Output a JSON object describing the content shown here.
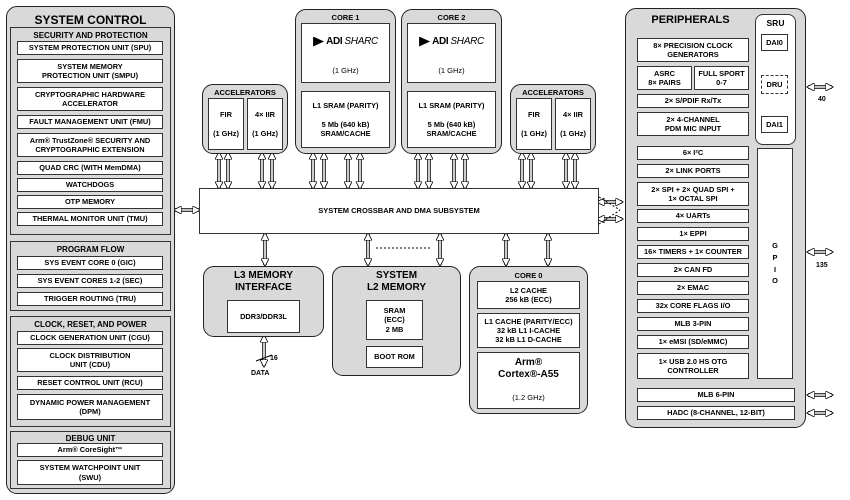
{
  "system_control": {
    "title": "SYSTEM CONTROL",
    "security": {
      "title": "SECURITY AND PROTECTION",
      "items": [
        "SYSTEM PROTECTION UNIT (SPU)",
        "SYSTEM MEMORY\nPROTECTION UNIT (SMPU)",
        "CRYPTOGRAPHIC HARDWARE\nACCELERATOR",
        "FAULT MANAGEMENT UNIT (FMU)",
        "Arm® TrustZone® SECURITY AND\nCRYPTOGRAPHIC EXTENSION",
        "QUAD CRC (WITH MemDMA)",
        "WATCHDOGS",
        "OTP MEMORY",
        "THERMAL MONITOR UNIT (TMU)"
      ]
    },
    "program_flow": {
      "title": "PROGRAM FLOW",
      "items": [
        "SYS EVENT CORE 0 (GIC)",
        "SYS EVENT CORES 1-2 (SEC)",
        "TRIGGER ROUTING (TRU)"
      ]
    },
    "clock": {
      "title": "CLOCK, RESET, AND POWER",
      "items": [
        "CLOCK GENERATION UNIT (CGU)",
        "CLOCK DISTRIBUTION\nUNIT (CDU)",
        "RESET CONTROL UNIT (RCU)",
        "DYNAMIC POWER MANAGEMENT\n(DPM)"
      ]
    },
    "debug": {
      "title": "DEBUG UNIT",
      "items": [
        "Arm® CoreSight™",
        "SYSTEM WATCHPOINT UNIT\n(SWU)"
      ]
    }
  },
  "accel_left": {
    "title": "ACCELERATORS",
    "fir": "FIR\n\n(1 GHz)",
    "iir": "4× IIR\n\n(1 GHz)"
  },
  "accel_right": {
    "title": "ACCELERATORS",
    "fir": "FIR\n\n(1 GHz)",
    "iir": "4× IIR\n\n(1 GHz)"
  },
  "core1": {
    "title": "CORE 1",
    "brand": "ADI",
    "brand2": "SHARC",
    "speed": "(1 GHz)",
    "sram": "L1 SRAM (PARITY)\n\n5 Mb (640 kB)\nSRAM/CACHE"
  },
  "core2": {
    "title": "CORE 2",
    "brand": "ADI",
    "brand2": "SHARC",
    "speed": "(1 GHz)",
    "sram": "L1 SRAM (PARITY)\n\n5 Mb (640 kB)\nSRAM/CACHE"
  },
  "crossbar": "SYSTEM CROSSBAR AND DMA SUBSYSTEM",
  "l3": {
    "title": "L3 MEMORY\nINTERFACE",
    "ddr": "DDR3/DDR3L",
    "width": "16",
    "data": "DATA"
  },
  "l2": {
    "title": "SYSTEM\nL2 MEMORY",
    "sram": "SRAM\n(ECC)\n2 MB",
    "boot": "BOOT ROM"
  },
  "core0": {
    "title": "CORE 0",
    "l2cache": "L2 CACHE\n256 kB (ECC)",
    "l1cache": "L1 CACHE (PARITY/ECC)\n32 kB L1 I-CACHE\n32 kB L1 D-CACHE",
    "cpu_brand": "Arm®",
    "cpu_name": "Cortex®-A55",
    "cpu_speed": "(1.2 GHz)"
  },
  "peripherals": {
    "title": "PERIPHERALS",
    "clock_gen": "8× PRECISION CLOCK\nGENERATORS",
    "asrc": "ASRC\n8× PAIRS",
    "sport": "FULL SPORT\n0-7",
    "spdif": "2× S/PDIF Rx/Tx",
    "pdm": "2× 4-CHANNEL\nPDM MIC INPUT",
    "items": [
      "6× I²C",
      "2× LINK PORTS",
      "2× SPI + 2× QUAD SPI +\n1× OCTAL SPI",
      "4× UARTs",
      "1× EPPI",
      "16× TIMERS + 1× COUNTER",
      "2× CAN FD",
      "2× EMAC",
      "32x CORE FLAGS I/O",
      "MLB 3-PIN",
      "1× eMSI (SD/eMMC)",
      "1× USB 2.0 HS OTG\nCONTROLLER"
    ],
    "mlb6": "MLB 6-PIN",
    "hadc": "HADC (8-CHANNEL, 12-BIT)",
    "sru": {
      "title": "SRU",
      "dai0": "DAI0",
      "dru": "DRU",
      "dai1": "DAI1"
    },
    "gpio": "G\nP\nI\nO",
    "dai_count": "40",
    "gpio_count": "135"
  }
}
